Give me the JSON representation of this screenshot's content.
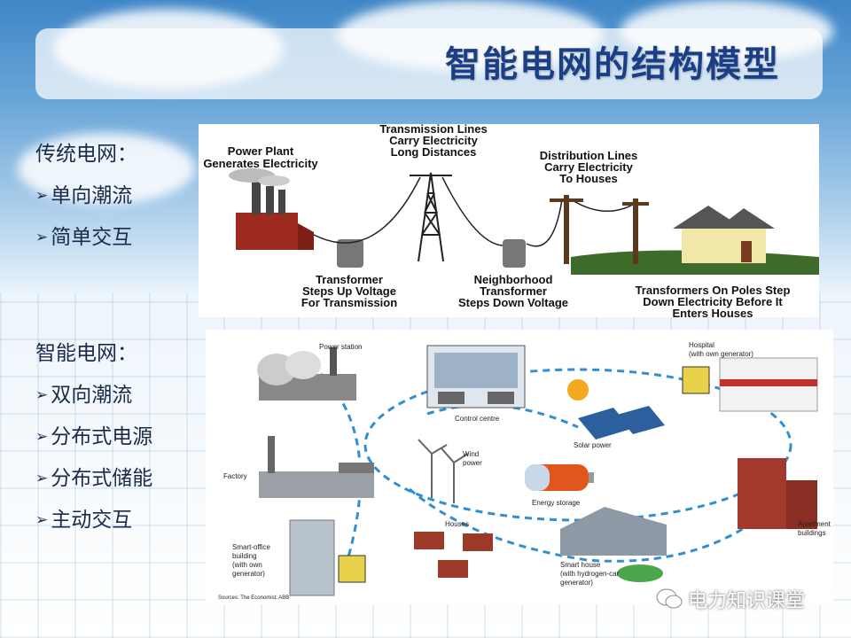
{
  "slide": {
    "title": "智能电网的结构模型"
  },
  "traditional": {
    "header": "传统电网：",
    "items": [
      "单向潮流",
      "简单交互"
    ]
  },
  "smart": {
    "header": "智能电网：",
    "items": [
      "双向潮流",
      "分布式电源",
      "分布式储能",
      "主动交互"
    ]
  },
  "top_diagram": {
    "power_plant": [
      "Power Plant",
      "Generates Electricity"
    ],
    "transmission": [
      "Transmission Lines",
      "Carry Electricity",
      "Long Distances"
    ],
    "distribution": [
      "Distribution Lines",
      "Carry Electricity",
      "To Houses"
    ],
    "transformer_up": [
      "Transformer",
      "Steps Up Voltage",
      "For Transmission"
    ],
    "neighborhood": [
      "Neighborhood",
      "Transformer",
      "Steps Down Voltage"
    ],
    "poles": [
      "Transformers On Poles Step",
      "Down Electricity Before It",
      "Enters Houses"
    ]
  },
  "bottom_diagram": {
    "power_station": "Power station",
    "control_centre": "Control centre",
    "hospital": [
      "Hospital",
      "(with own generator)"
    ],
    "wind": [
      "Wind",
      "power"
    ],
    "solar": "Solar power",
    "factory": "Factory",
    "energy_storage": "Energy storage",
    "apartments": [
      "Apartment",
      "buildings"
    ],
    "houses": "Houses",
    "smart_office": [
      "Smart-office",
      "building",
      "(with own",
      "generator)"
    ],
    "smart_house": [
      "Smart house",
      "(with hydrogen-car",
      "generator)"
    ],
    "sources": "Sources: The Economist; ABB"
  },
  "watermark": "电力知识课堂",
  "colors": {
    "title": "#1b3f86",
    "body_text": "#1b2a4a",
    "dashed_link": "#2f8fd0"
  }
}
